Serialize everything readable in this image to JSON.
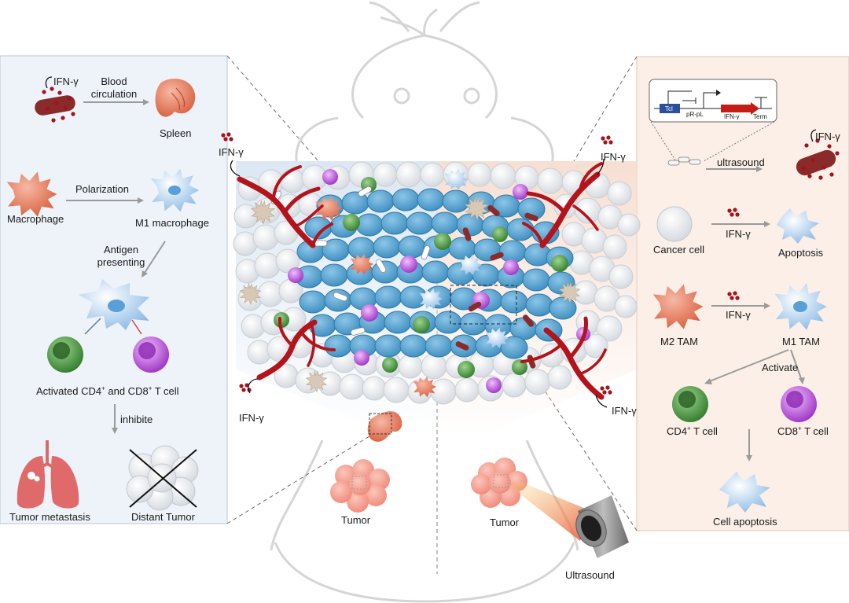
{
  "colors": {
    "left_panel_bg": "#eef3f9",
    "right_panel_bg": "#fbefe7",
    "vessel": "#b3141b",
    "bacteria": "#8a2a2a",
    "ifn_dot": "#a4121b",
    "macrophage_m2": "#e0755a",
    "macrophage_m1": "#a9c9ec",
    "cd4_cell": "#3f8f3a",
    "cd8_cell": "#b449d6",
    "tumor_cell": "#5ba7d3",
    "ultrasound_beam": "#f4a340"
  },
  "icons": [
    "ifn-gamma-dots-icon",
    "bacterium-icon",
    "spleen-icon",
    "macrophage-icon",
    "m1-macrophage-icon",
    "dendritic-cell-icon",
    "cd4-t-cell-icon",
    "cd8-t-cell-icon",
    "lung-icon",
    "distant-tumor-icon",
    "cancer-cell-icon",
    "apoptotic-cell-icon",
    "ultrasound-probe-icon",
    "gene-circuit-icon",
    "mouse-outline-icon",
    "blood-vessel-icon"
  ],
  "left": {
    "ifn": "IFN-γ",
    "blood_circulation_l1": "Blood",
    "blood_circulation_l2": "circulation",
    "spleen": "Spleen",
    "polarization": "Polarization",
    "macrophage": "Macrophage",
    "m1_macrophage": "M1 macrophage",
    "antigen_l1": "Antigen",
    "antigen_l2": "presenting",
    "activated_text": "Activated CD4",
    "activated_sup1": "+",
    "activated_mid": " and CD8",
    "activated_sup2": "+",
    "activated_end": " T cell",
    "inhibite": "inhibite",
    "tumor_metastasis": "Tumor metastasis",
    "distant_tumor": "Distant Tumor"
  },
  "center": {
    "ifn_top_left": "IFN-γ",
    "ifn_bottom_left": "IFN-γ",
    "ifn_top_right": "IFN-γ",
    "ifn_bottom_right": "IFN-γ",
    "tumor_left": "Tumor",
    "tumor_right": "Tumor",
    "ultrasound": "Ultrasound"
  },
  "right": {
    "circuit_tcl": "Tcl",
    "circuit_promoter": "pR-pL",
    "circuit_gene": "IFN-γ",
    "circuit_term": "Term",
    "ifn_top": "IFN-γ",
    "ultrasound": "ultrasound",
    "cancer_cell": "Cancer cell",
    "ifn_mid1": "IFN-γ",
    "apoptosis": "Apoptosis",
    "m2_tam": "M2 TAM",
    "ifn_mid2": "IFN-γ",
    "m1_tam": "M1 TAM",
    "activate": "Activate",
    "cd4_text": "CD4",
    "cd4_sup": "+",
    "cd4_end": " T cell",
    "cd8_text": "CD8",
    "cd8_sup": "+",
    "cd8_end": " T cell",
    "cell_apoptosis": "Cell apoptosis"
  }
}
